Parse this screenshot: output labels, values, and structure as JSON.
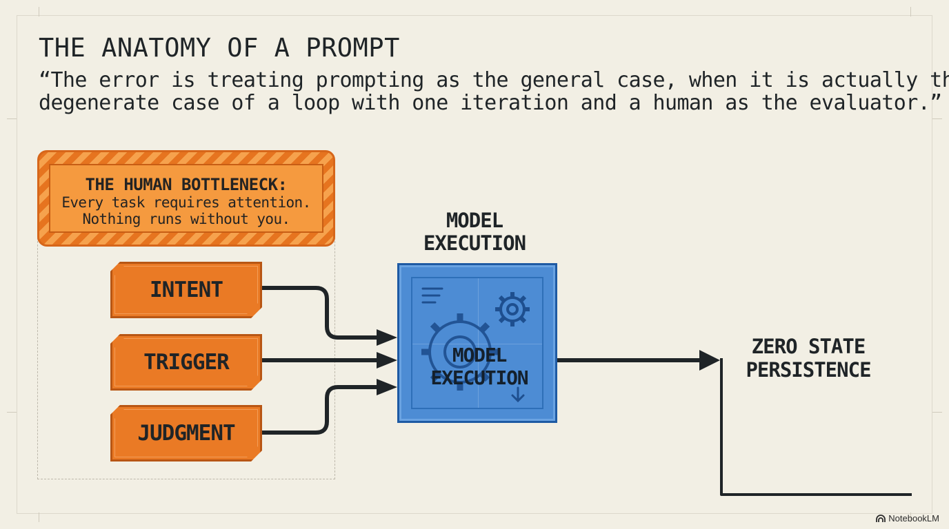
{
  "title": "THE ANATOMY OF A PROMPT",
  "quote": {
    "line1": "“The error is treating prompting as the general case, when it is actually the",
    "line2": "degenerate case of a loop with one iteration and a human as the evaluator.”"
  },
  "bottleneck": {
    "heading": "THE HUMAN BOTTLENECK:",
    "line1": "Every task requires attention.",
    "line2": "Nothing runs without you."
  },
  "inputs": [
    {
      "label": "INTENT"
    },
    {
      "label": "TRIGGER"
    },
    {
      "label": "JUDGMENT"
    }
  ],
  "model": {
    "label_line1": "MODEL",
    "label_line2": "EXECUTION",
    "box_line1": "MODEL",
    "box_line2": "EXECUTION",
    "icons": [
      "document-lines-icon",
      "large-gear-icon",
      "small-gear-icon",
      "download-arrow-icon"
    ]
  },
  "output": {
    "line1": "ZERO STATE",
    "line2": "PERSISTENCE"
  },
  "brand": {
    "name": "NotebookLM",
    "icon": "notebooklm-logo-icon"
  },
  "colors": {
    "background": "#f2efe4",
    "orange": "#ea7a25",
    "orange_border": "#b85614",
    "blue": "#4d8cd4",
    "blue_border": "#1e5aa3",
    "ink": "#1f2427"
  }
}
